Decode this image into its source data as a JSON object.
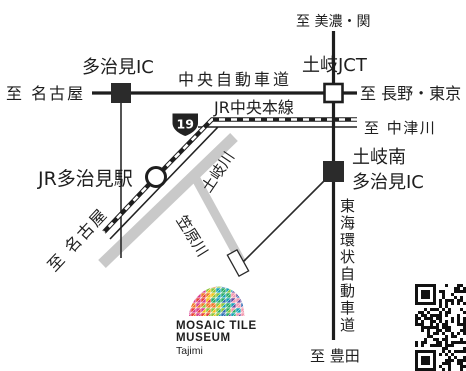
{
  "map_labels": {
    "to_mino_seki": "至 美濃・関",
    "tajimi_ic": "多治見IC",
    "toki_jct": "土岐JCT",
    "chuo_expressway": "中央自動車道",
    "to_nagoya_highway": "至 名古屋",
    "to_nagano_tokyo": "至 長野・東京",
    "jr_chuo_line": "JR中央本線",
    "to_nakatsugawa": "至 中津川",
    "jr_tajimi_station": "JR多治見駅",
    "toki_minami_tajimi_ic_line1": "土岐南",
    "toki_minami_tajimi_ic_line2": "多治見IC",
    "toki_river": "土岐川",
    "kasahara_river": "笠原川",
    "to_nagoya_rail": "至 名古屋",
    "tokai_kanjo_expressway": "東海環状自動車道",
    "to_toyota": "至 豊田"
  },
  "route_shield": {
    "number": "19"
  },
  "museum": {
    "name_line1": "MOSAIC TILE",
    "name_line2": "MUSEUM",
    "city": "Tajimi",
    "logo_palette": [
      "#d9418f",
      "#e8413c",
      "#f07a2a",
      "#f5c21b",
      "#8cc63e",
      "#2fae6a",
      "#1aa3b8",
      "#2f6fb6",
      "#6c4fa0",
      "#f39bb0"
    ]
  },
  "icons": {
    "interchange": "filled-square-icon",
    "junction": "outlined-square-icon",
    "station": "circle-icon",
    "route_shield": "national-route-shield-icon",
    "museum_logo": "mosaic-mound-icon",
    "qr": "qr-code-icon"
  }
}
